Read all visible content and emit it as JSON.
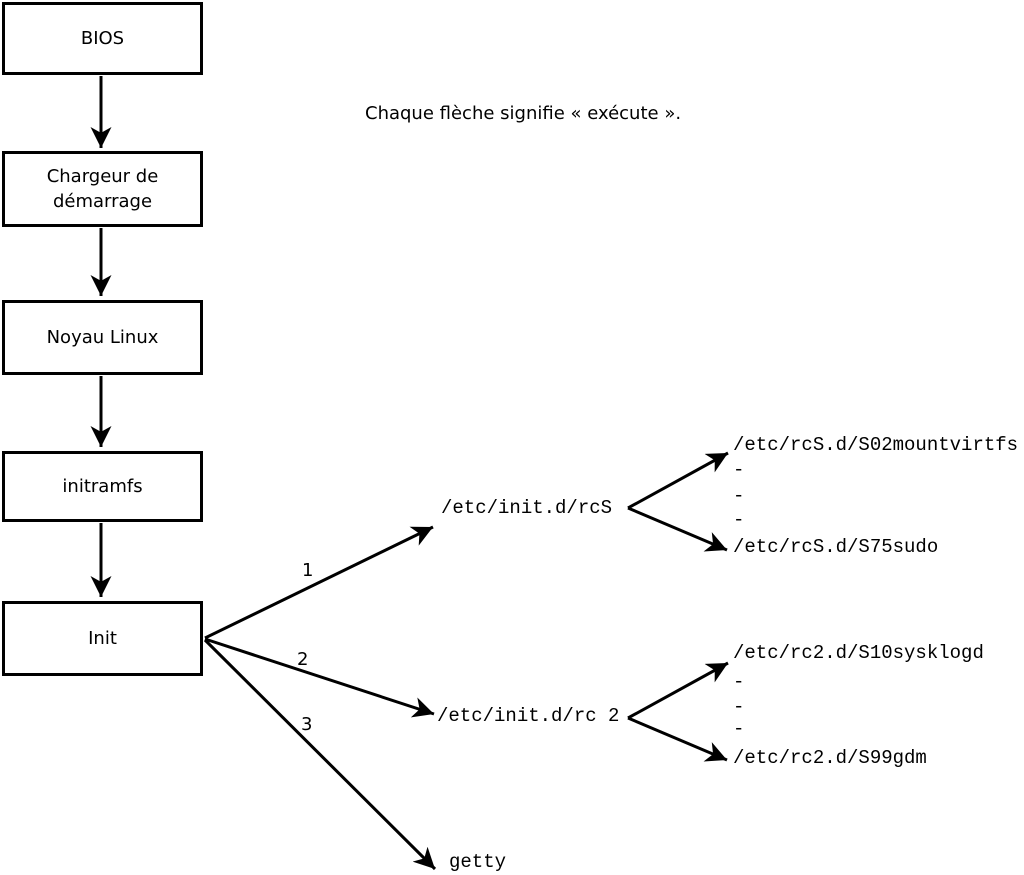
{
  "colors": {
    "ink": "#000000",
    "background": "#ffffff"
  },
  "caption": "Chaque flèche signifie « exécute ».",
  "boot_chain": [
    {
      "label": "BIOS"
    },
    {
      "label": "Chargeur de démarrage"
    },
    {
      "label": "Noyau Linux"
    },
    {
      "label": "initramfs"
    },
    {
      "label": "Init"
    }
  ],
  "branches": [
    {
      "number": "1",
      "target": "/etc/init.d/rcS",
      "children": [
        "/etc/rcS.d/S02mountvirtfs",
        "-",
        "-",
        "-",
        "/etc/rcS.d/S75sudo"
      ]
    },
    {
      "number": "2",
      "target": "/etc/init.d/rc 2",
      "children": [
        "/etc/rc2.d/S10sysklogd",
        "-",
        "-",
        "-",
        "/etc/rc2.d/S99gdm"
      ]
    },
    {
      "number": "3",
      "target": "getty",
      "children": []
    }
  ]
}
